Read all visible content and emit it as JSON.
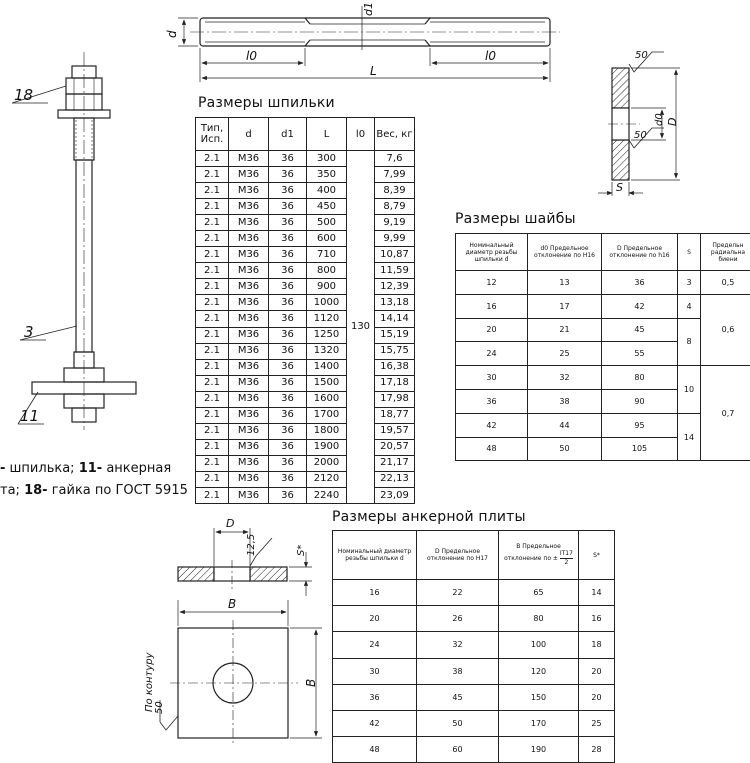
{
  "titles": {
    "stud": "Размеры шпильки",
    "washer": "Размеры шайбы",
    "plate": "Размеры анкерной плиты"
  },
  "caption": {
    "line1_prefix": "-",
    "line1_text": " шпилька; ",
    "line1_num": "11-",
    "line1_text2": " анкерная",
    "line2_text": "та; ",
    "line2_num": "18-",
    "line2_text2": " гайка по ГОСТ 5915"
  },
  "drawing_labels": {
    "stud_d": "d",
    "stud_d1": "d1",
    "stud_l0_left": "l0",
    "stud_l0_right": "l0",
    "stud_L": "L",
    "assembly_18": "18",
    "assembly_3": "3",
    "assembly_11": "11",
    "washer_50_top": "50",
    "washer_50_bottom": "50",
    "washer_d0": "d0",
    "washer_D": "D",
    "washer_S": "S",
    "plate_D": "D",
    "plate_12_5": "12,5",
    "plate_S": "S*",
    "plate_B_top": "B",
    "plate_B_right": "B",
    "plate_contour": "По контуру",
    "plate_50": "50"
  },
  "stud_table": {
    "headers": [
      "Тип, Исп.",
      "d",
      "d1",
      "L",
      "l0",
      "Вес, кг"
    ],
    "l0_value": "130",
    "rows": [
      [
        "2.1",
        "M36",
        "36",
        "300",
        "7,6"
      ],
      [
        "2.1",
        "M36",
        "36",
        "350",
        "7,99"
      ],
      [
        "2.1",
        "M36",
        "36",
        "400",
        "8,39"
      ],
      [
        "2.1",
        "M36",
        "36",
        "450",
        "8,79"
      ],
      [
        "2.1",
        "M36",
        "36",
        "500",
        "9,19"
      ],
      [
        "2.1",
        "M36",
        "36",
        "600",
        "9,99"
      ],
      [
        "2.1",
        "M36",
        "36",
        "710",
        "10,87"
      ],
      [
        "2.1",
        "M36",
        "36",
        "800",
        "11,59"
      ],
      [
        "2.1",
        "M36",
        "36",
        "900",
        "12,39"
      ],
      [
        "2.1",
        "M36",
        "36",
        "1000",
        "13,18"
      ],
      [
        "2.1",
        "M36",
        "36",
        "1120",
        "14,14"
      ],
      [
        "2.1",
        "M36",
        "36",
        "1250",
        "15,19"
      ],
      [
        "2.1",
        "M36",
        "36",
        "1320",
        "15,75"
      ],
      [
        "2.1",
        "M36",
        "36",
        "1400",
        "16,38"
      ],
      [
        "2.1",
        "M36",
        "36",
        "1500",
        "17,18"
      ],
      [
        "2.1",
        "M36",
        "36",
        "1600",
        "17,98"
      ],
      [
        "2.1",
        "M36",
        "36",
        "1700",
        "18,77"
      ],
      [
        "2.1",
        "M36",
        "36",
        "1800",
        "19,57"
      ],
      [
        "2.1",
        "M36",
        "36",
        "1900",
        "20,57"
      ],
      [
        "2.1",
        "M36",
        "36",
        "2000",
        "21,17"
      ],
      [
        "2.1",
        "M36",
        "36",
        "2120",
        "22,13"
      ],
      [
        "2.1",
        "M36",
        "36",
        "2240",
        "23,09"
      ]
    ]
  },
  "washer_table": {
    "headers": [
      "Номинальный диаметр резьбы шпильки d",
      "d0 Предельное отклонение по H16",
      "D Предельное отклонение по h16",
      "S",
      "Предельн радиальна биени"
    ],
    "rows": [
      [
        "12",
        "13",
        "36"
      ],
      [
        "16",
        "17",
        "42"
      ],
      [
        "20",
        "21",
        "45"
      ],
      [
        "24",
        "25",
        "55"
      ],
      [
        "30",
        "32",
        "80"
      ],
      [
        "36",
        "38",
        "90"
      ],
      [
        "42",
        "44",
        "95"
      ],
      [
        "48",
        "50",
        "105"
      ]
    ],
    "s_values": [
      "3",
      "4",
      "8",
      "10",
      "14"
    ],
    "runout_values": [
      "0,5",
      "0,6",
      "0,7"
    ]
  },
  "plate_table": {
    "headers": {
      "col1": "Номинальный диаметр резьбы шпильки d",
      "col2": "D Предельное отклонение по H17",
      "col3_top": "B Предельное",
      "col3_prefix": "отклонение по ±",
      "col3_num": "IT17",
      "col3_den": "2",
      "col4": "S*"
    },
    "rows": [
      [
        "16",
        "22",
        "65",
        "14"
      ],
      [
        "20",
        "26",
        "80",
        "16"
      ],
      [
        "24",
        "32",
        "100",
        "18"
      ],
      [
        "30",
        "38",
        "120",
        "20"
      ],
      [
        "36",
        "45",
        "150",
        "20"
      ],
      [
        "42",
        "50",
        "170",
        "25"
      ],
      [
        "48",
        "60",
        "190",
        "28"
      ]
    ]
  }
}
